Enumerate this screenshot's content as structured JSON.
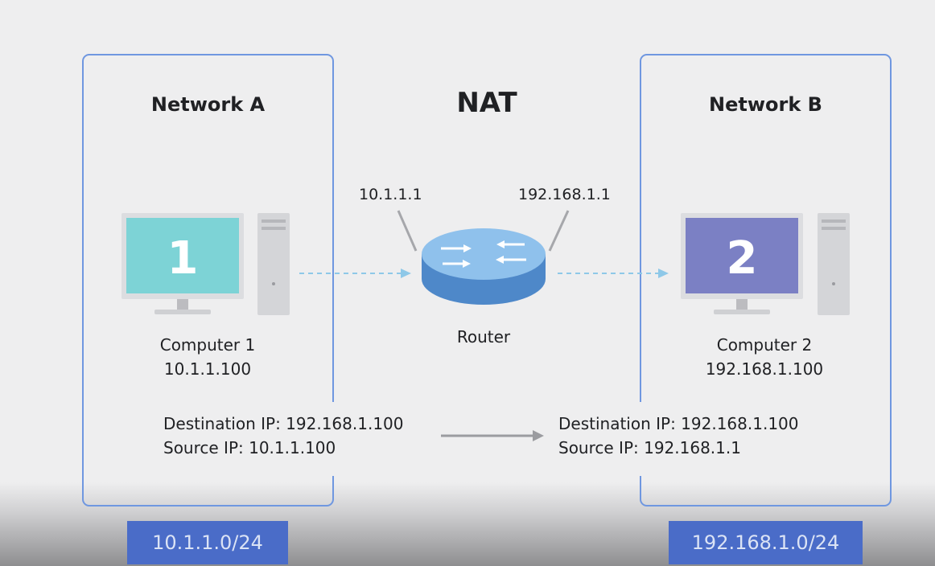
{
  "diagram": {
    "title": "NAT",
    "network_a": {
      "title": "Network A",
      "computer_number": "1",
      "computer_name": "Computer 1",
      "computer_ip": "10.1.1.100",
      "subnet": "10.1.1.0/24",
      "packet": {
        "destination": "Destination IP: 192.168.1.100",
        "source": "Source IP: 10.1.1.100"
      }
    },
    "router": {
      "label": "Router",
      "ip_left": "10.1.1.1",
      "ip_right": "192.168.1.1"
    },
    "network_b": {
      "title": "Network B",
      "computer_number": "2",
      "computer_name": "Computer 2",
      "computer_ip": "192.168.1.100",
      "subnet": "192.168.1.0/24",
      "packet": {
        "destination": "Destination IP: 192.168.1.100",
        "source": "Source IP: 192.168.1.1"
      }
    },
    "colors": {
      "box_border": "#6f97e0",
      "screen_1": "#7dd3d6",
      "screen_2": "#7b80c4",
      "router": "#5e9ad6",
      "subnet_label": "#4a6cc8",
      "flow_arrow": "#8ec8e8"
    }
  }
}
